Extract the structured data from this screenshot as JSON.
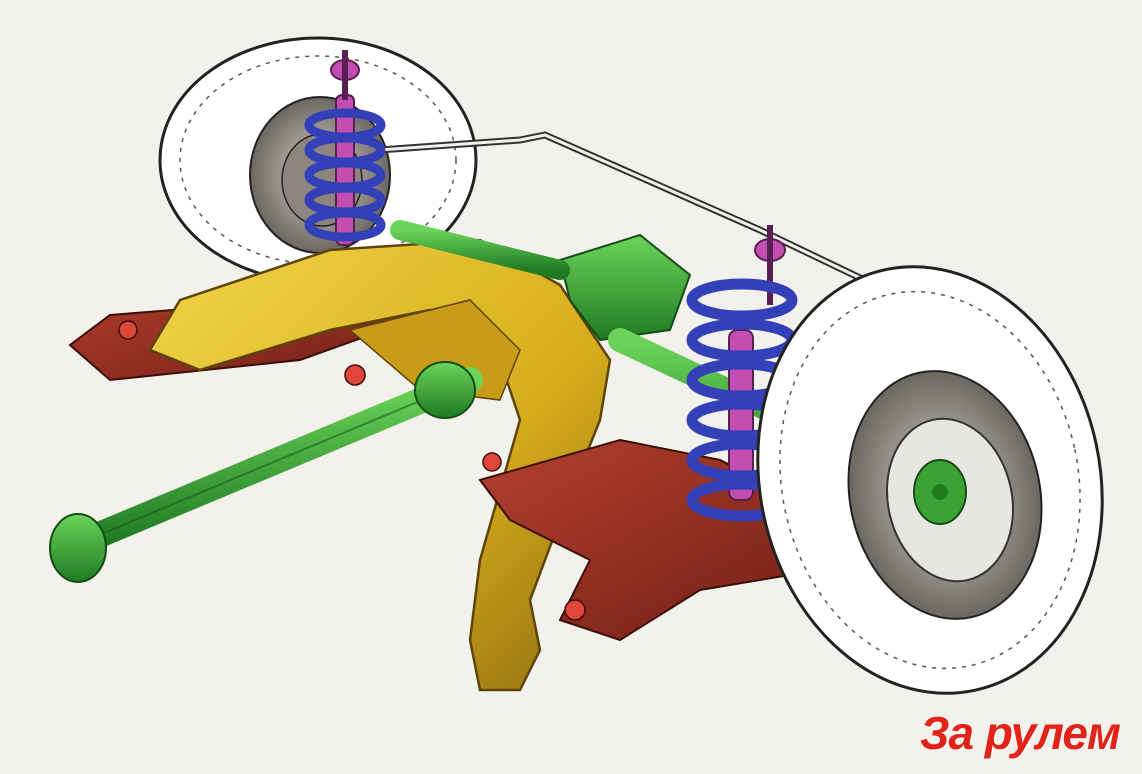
{
  "watermark": {
    "text": "За рулем",
    "color": "#e2231a"
  },
  "palette": {
    "subframe": "#d8b31f",
    "subframe_dark": "#9c7a12",
    "trailing_arm": "#8e2a1f",
    "drivetrain": "#3aa334",
    "spring": "#3340b8",
    "damper": "#c24fb0",
    "tire": "#ffffff",
    "background": "#f3f1ec"
  },
  "components": [
    "wheel-left",
    "wheel-right",
    "coil-spring-left",
    "coil-spring-right",
    "shock-absorber-left",
    "shock-absorber-right",
    "subframe",
    "trailing-arm-left",
    "trailing-arm-right",
    "driveshaft",
    "differential",
    "anti-roll-bar"
  ]
}
